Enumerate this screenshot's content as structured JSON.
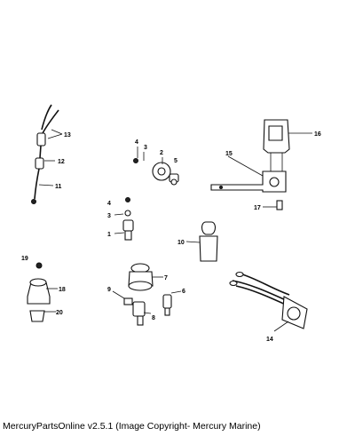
{
  "caption": "MercuryPartsOnline v2.5.1 (Image Copyright- Mercury Marine)",
  "callouts": {
    "c1": "1",
    "c2": "2",
    "c3a": "3",
    "c3b": "3",
    "c4a": "4",
    "c4b": "4",
    "c5": "5",
    "c6": "6",
    "c7": "7",
    "c8": "8",
    "c9": "9",
    "c10": "10",
    "c11": "11",
    "c12": "12",
    "c13": "13",
    "c14": "14",
    "c15": "15",
    "c16": "16",
    "c17": "17",
    "c18": "18",
    "c19": "19",
    "c20": "20"
  }
}
